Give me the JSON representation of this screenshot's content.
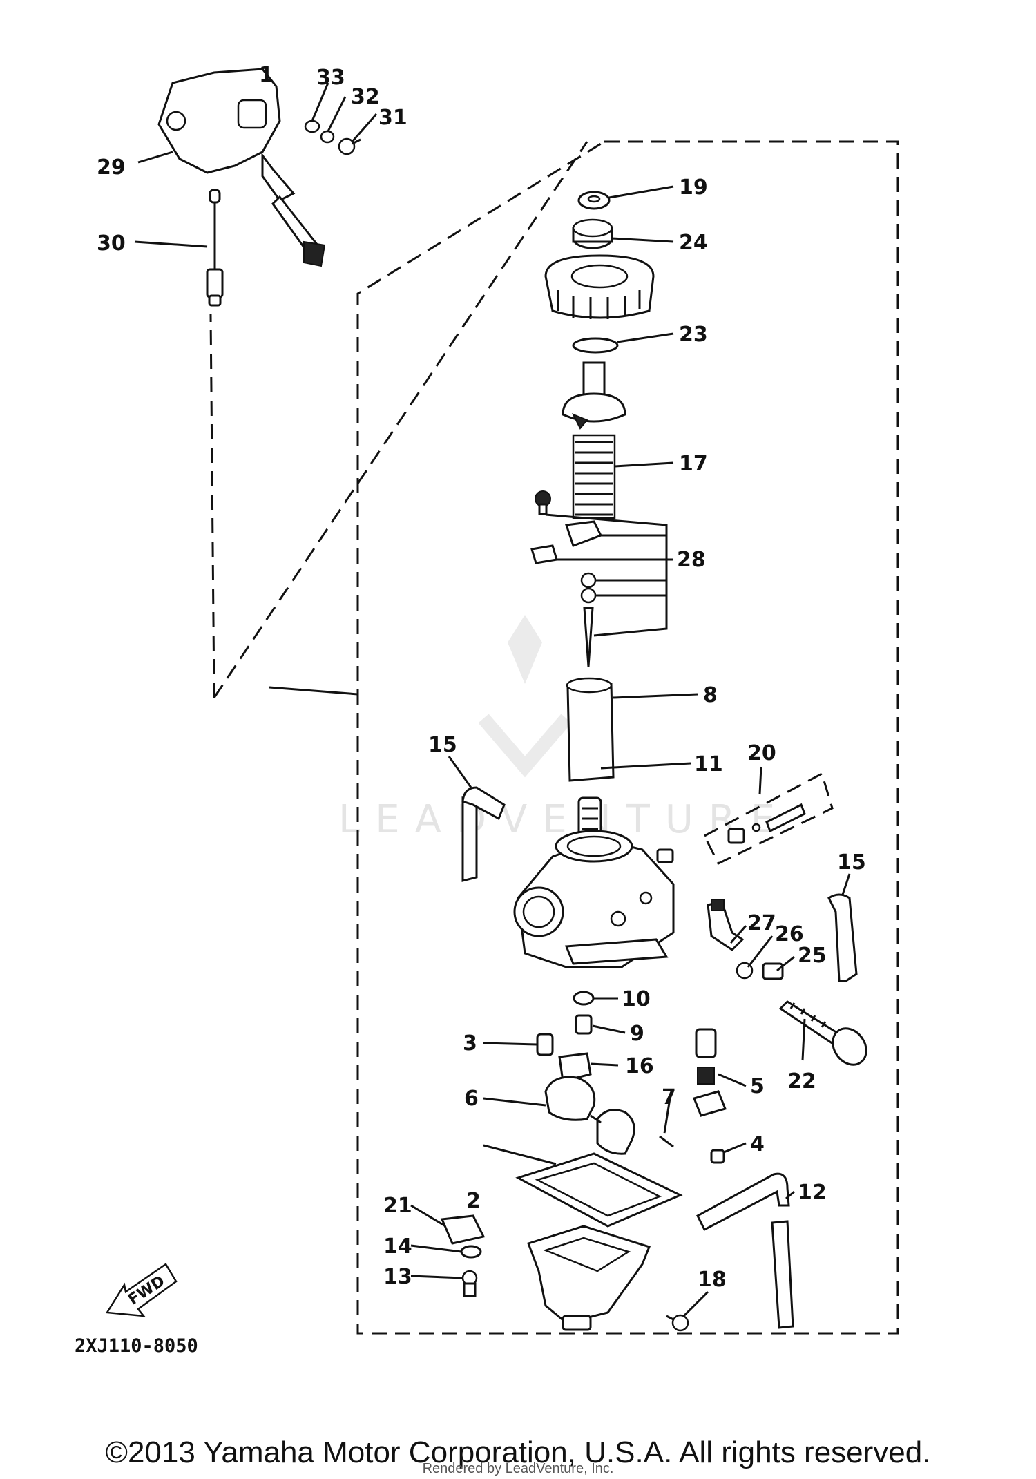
{
  "diagram": {
    "callouts": {
      "p1": "1",
      "p2": "2",
      "p3": "3",
      "p4": "4",
      "p5": "5",
      "p6": "6",
      "p7": "7",
      "p8": "8",
      "p9": "9",
      "p10": "10",
      "p11": "11",
      "p12": "12",
      "p13": "13",
      "p14": "14",
      "p15a": "15",
      "p15b": "15",
      "p16": "16",
      "p17": "17",
      "p18": "18",
      "p19": "19",
      "p20": "20",
      "p21": "21",
      "p22": "22",
      "p23": "23",
      "p24": "24",
      "p25": "25",
      "p26": "26",
      "p27": "27",
      "p28": "28",
      "p29": "29",
      "p30": "30",
      "p31": "31",
      "p32": "32",
      "p33": "33"
    },
    "fwd_label": "FWD",
    "diagram_code": "2XJ110-8050",
    "watermark": "LEADVENTURE"
  },
  "footer": {
    "copyright": "©2013 Yamaha Motor Corporation, U.S.A. All rights reserved.",
    "rendered_by": "Rendered by LeadVenture, Inc."
  }
}
